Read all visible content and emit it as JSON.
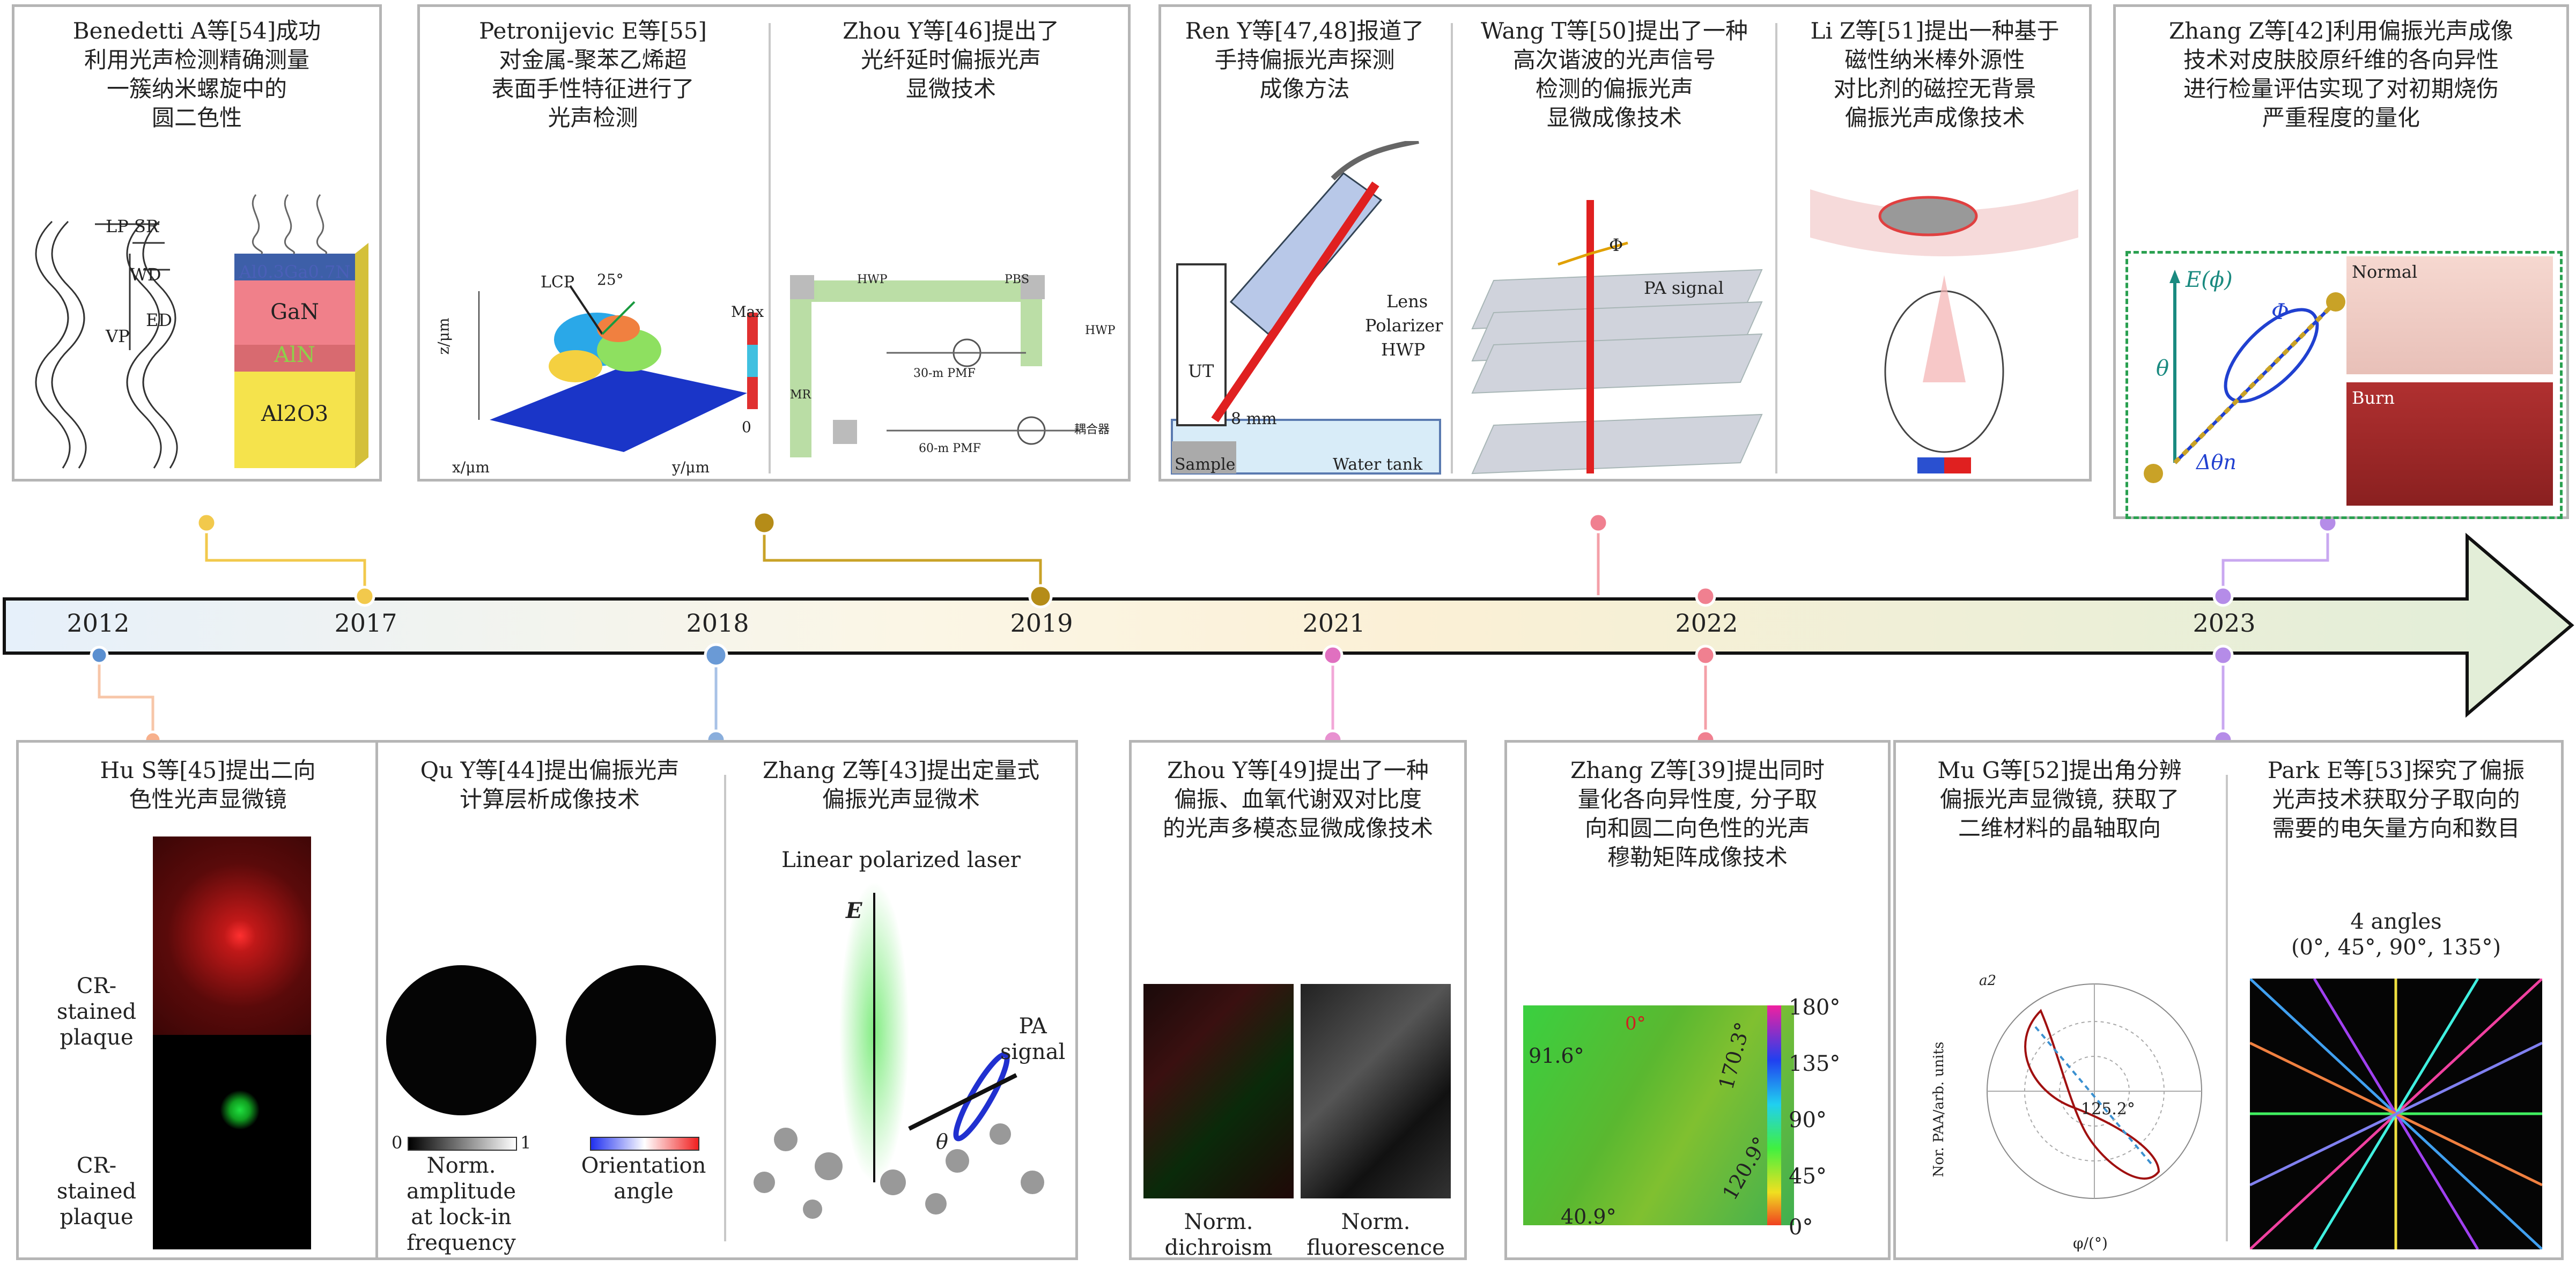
{
  "timeline": {
    "years": [
      "2012",
      "2017",
      "2018",
      "2019",
      "2021",
      "2022",
      "2023"
    ]
  },
  "top": [
    {
      "id": "p1",
      "caption": "Benedetti A等[54]成功\n利用光声检测精确测量\n一簇纳米螺旋中的\n圆二色性",
      "labels": {
        "lpsr": "LP SR",
        "wd": "WD",
        "ed": "ED",
        "vp": "VP",
        "algan": "Al0.3Ga0.7N",
        "gan": "GaN",
        "aln": "AlN",
        "al2o3": "Al2O3"
      }
    },
    {
      "id": "p2",
      "caption": "Petronijevic E等[55]\n对金属-聚苯乙烯超\n表面手性特征进行了\n光声检测",
      "labels": {
        "lcp": "LCP",
        "angle": "25°",
        "max": "Max",
        "zero": "0",
        "zaxis": "z/μm",
        "xaxis": "x/μm",
        "yaxis": "y/μm"
      }
    },
    {
      "id": "p3",
      "caption": "Zhou Y等[46]提出了\n光纤延时偏振光声\n显微技术",
      "labels": {
        "hwp1": "HWP",
        "pbs": "PBS",
        "hwp2": "HWP",
        "mr": "MR",
        "pmf30": "30-m PMF",
        "pmf60": "60-m PMF",
        "coupler": "耦合器"
      }
    },
    {
      "id": "p4",
      "caption": "Ren Y等[47,48]报道了\n手持偏振光声探测\n成像方法",
      "labels": {
        "ut": "UT",
        "lens": "Lens",
        "polarizer": "Polarizer",
        "hwp": "HWP",
        "mm": "8 mm",
        "sample": "Sample",
        "water": "Water tank"
      }
    },
    {
      "id": "p5",
      "caption": "Wang T等[50]提出了一种\n高次谐波的光声信号\n检测的偏振光声\n显微成像技术",
      "labels": {
        "pa": "PA signal",
        "phi": "Φ"
      }
    },
    {
      "id": "p6",
      "caption": "Li Z等[51]提出一种基于\n磁性纳米棒外源性\n对比剂的磁控无背景\n偏振光声成像技术"
    },
    {
      "id": "p7",
      "caption": "Zhang Z等[42]利用偏振光声成像\n技术对皮肤胶原纤维的各向异性\n进行检量评估实现了对初期烧伤\n严重程度的量化",
      "labels": {
        "ephi": "E(ϕ)",
        "phi": "Φ",
        "theta": "θ",
        "dtheta": "Δθn",
        "normal": "Normal",
        "burn": "Burn"
      }
    }
  ],
  "bottom": [
    {
      "id": "b1",
      "caption": "Hu S等[45]提出二向\n色性光声显微镜",
      "labels": {
        "cr1": "CR-\nstained\nplaque",
        "cr2": "CR-\nstained\nplaque"
      }
    },
    {
      "id": "b2",
      "caption": "Qu Y等[44]提出偏振光声\n计算层析成像技术",
      "labels": {
        "norm": "Norm.\namplitude\nat lock-in\nfrequency",
        "orient": "Orientation\nangle",
        "zero": "0",
        "one": "1"
      }
    },
    {
      "id": "b3",
      "caption": "Zhang Z等[43]提出定量式\n偏振光声显微术",
      "labels": {
        "laser": "Linear polarized laser",
        "e": "E",
        "pa": "PA\nsignal",
        "theta": "θ"
      }
    },
    {
      "id": "b4",
      "caption": "Zhou Y等[49]提出了一种\n偏振、血氧代谢双对比度\n的光声多模态显微成像技术",
      "labels": {
        "dich": "Norm.\ndichroism",
        "fluo": "Norm.\nfluorescence"
      }
    },
    {
      "id": "b5",
      "caption": "Zhang Z等[39]提出同时\n量化各向异性度, 分子取\n向和圆二向色性的光声\n穆勒矩阵成像技术",
      "labels": {
        "a1": "91.6°",
        "a2": "170.3°",
        "a3": "120.9°",
        "a4": "40.9°",
        "a5": "0°",
        "t180": "180°",
        "t135": "135°",
        "t90": "90°",
        "t45": "45°",
        "t0": "0°"
      }
    },
    {
      "id": "b6",
      "caption": "Mu G等[52]提出角分辨\n偏振光声显微镜, 获取了\n二维材料的晶轴取向",
      "labels": {
        "yaxis": "Nor. PAA/arb. units",
        "xaxis": "φ/(°)",
        "center": "125.2°",
        "a2": "a2"
      }
    },
    {
      "id": "b7",
      "caption": "Park E等[53]探究了偏振\n光声技术获取分子取向的\n需要的电矢量方向和数目",
      "labels": {
        "angles": "4 angles\n(0°, 45°, 90°, 135°)"
      }
    }
  ]
}
